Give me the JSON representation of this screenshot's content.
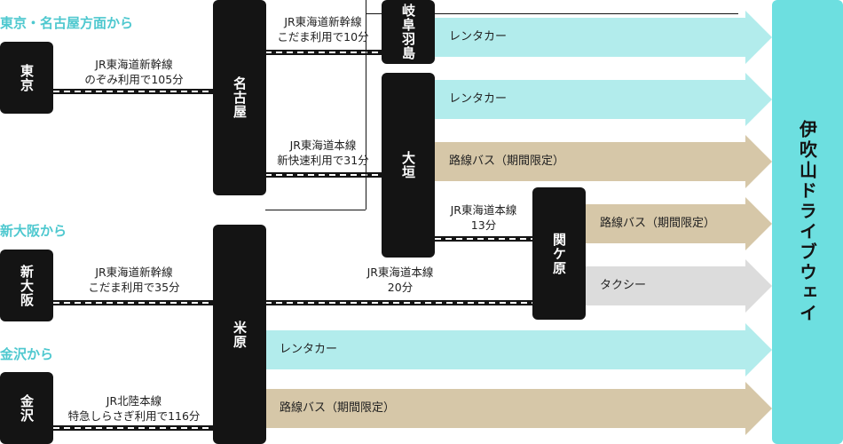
{
  "regions": {
    "tokyo_nagoya": "東京・名古屋方面から",
    "shin_osaka": "新大阪から",
    "kanazawa": "金沢から"
  },
  "stations": {
    "tokyo": "東京",
    "nagoya": "名古屋",
    "gifu_hashima": "岐阜羽島",
    "ogaki": "大垣",
    "sekigahara": "関ケ原",
    "shin_osaka": "新大阪",
    "maibara": "米原",
    "kanazawa": "金沢"
  },
  "destination": "伊吹山ドライブウェイ",
  "routes": {
    "tokyo_nagoya": {
      "line": "JR東海道新幹線",
      "detail": "のぞみ利用で105分"
    },
    "nagoya_gifuhashima": {
      "line": "JR東海道新幹線",
      "detail": "こだま利用で10分"
    },
    "nagoya_ogaki": {
      "line": "JR東海道本線",
      "detail": "新快速利用で31分"
    },
    "ogaki_sekigahara": {
      "line": "JR東海道本線",
      "detail": "13分"
    },
    "shinosaka_maibara": {
      "line": "JR東海道新幹線",
      "detail": "こだま利用で35分"
    },
    "maibara_sekigahara": {
      "line": "JR東海道本線",
      "detail": "20分"
    },
    "kanazawa_maibara": {
      "line": "JR北陸本線",
      "detail": "特急しらさぎ利用で116分"
    }
  },
  "access": {
    "gifu_hashima_rental": "レンタカー",
    "ogaki_rental": "レンタカー",
    "ogaki_bus": "路線バス（期間限定）",
    "sekigahara_bus": "路線バス（期間限定）",
    "sekigahara_taxi": "タクシー",
    "maibara_rental": "レンタカー",
    "maibara_bus": "路線バス（期間限定）"
  },
  "colors": {
    "region_text": "#4ec8cf",
    "station_box": "#141414",
    "destination_box": "#6ddfe0",
    "rental_car_arrow": "#b2ecec",
    "bus_arrow": "#d6c7a8",
    "taxi_arrow": "#dcdcdc"
  }
}
